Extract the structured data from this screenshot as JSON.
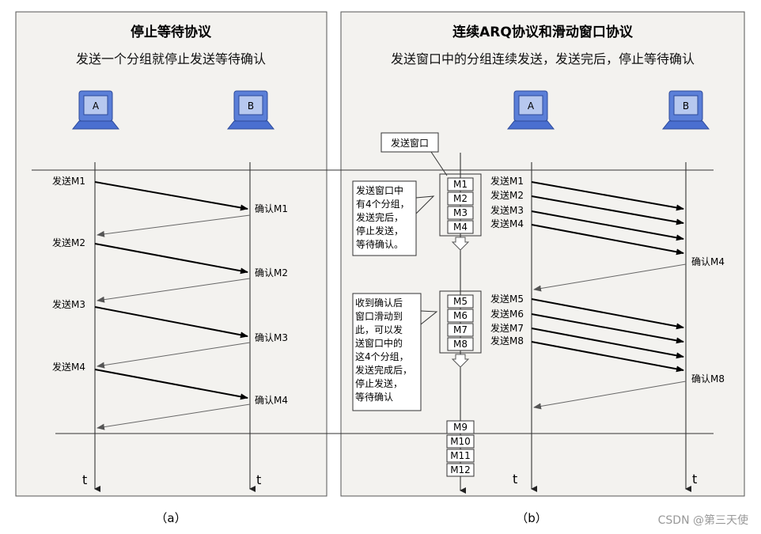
{
  "panel_a": {
    "title": "停止等待协议",
    "subtitle": "发送一个分组就停止发送等待确认",
    "host_a": "A",
    "host_b": "B",
    "exchanges": [
      {
        "send": "发送M1",
        "ack": "确认M1"
      },
      {
        "send": "发送M2",
        "ack": "确认M2"
      },
      {
        "send": "发送M3",
        "ack": "确认M3"
      },
      {
        "send": "发送M4",
        "ack": "确认M4"
      }
    ],
    "time_label": "t",
    "caption": "（a）"
  },
  "panel_b": {
    "title": "连续ARQ协议和滑动窗口协议",
    "subtitle": "发送窗口中的分组连续发送，发送完后，停止等待确认",
    "host_a": "A",
    "host_b": "B",
    "window_label": "发送窗口",
    "window1": [
      "M1",
      "M2",
      "M3",
      "M4"
    ],
    "window2": [
      "M5",
      "M6",
      "M7",
      "M8"
    ],
    "queue": [
      "M9",
      "M10",
      "M11",
      "M12"
    ],
    "note1": [
      "发送窗口中",
      "有4个分组，",
      "发送完后，",
      "停止发送，",
      "等待确认。"
    ],
    "note2": [
      "收到确认后",
      "窗口滑动到",
      "此，可以发",
      "送窗口中的",
      "这4个分组，",
      "发送完成后，",
      "停止发送，",
      "等待确认"
    ],
    "batch1": [
      "发送M1",
      "发送M2",
      "发送M3",
      "发送M4"
    ],
    "ack1": "确认M4",
    "batch2": [
      "发送M5",
      "发送M6",
      "发送M7",
      "发送M8"
    ],
    "ack2": "确认M8",
    "time_label": "t",
    "caption": "（b）"
  },
  "watermark": "CSDN @第三天使",
  "colors": {
    "panel_bg": "#f3f2ef",
    "monitor_blue": "#4a6fd0",
    "arrow": "#000000",
    "ack_arrow": "#666666"
  }
}
